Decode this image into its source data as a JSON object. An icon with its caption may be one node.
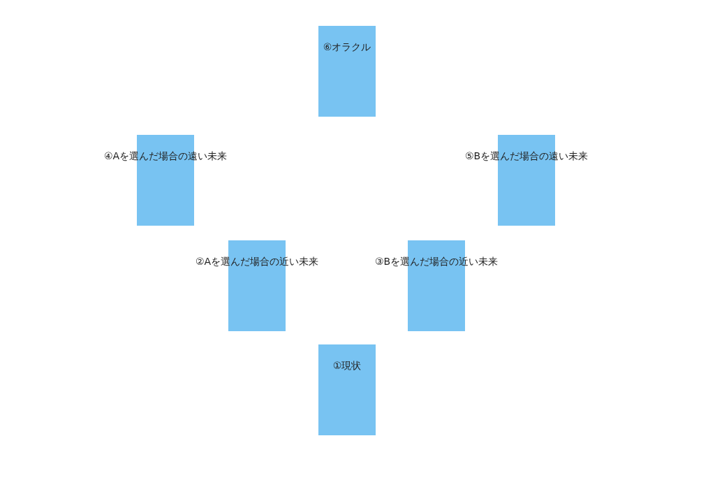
{
  "diagram": {
    "nodes": [
      {
        "text": [
          "⑥オラクル"
        ]
      },
      {
        "text": [
          "④Aを選んだ場合の遠い未来"
        ]
      },
      {
        "text": [
          "⑤Bを選んだ場合の遠い未来"
        ]
      },
      {
        "text": [
          "②Aを選んだ場合の近い未来"
        ]
      },
      {
        "text": [
          "③Bを選んだ場合の近い未来"
        ]
      },
      {
        "text": [
          "①現状"
        ]
      }
    ]
  }
}
